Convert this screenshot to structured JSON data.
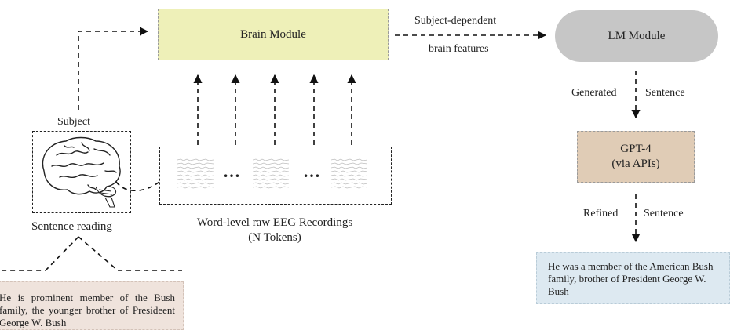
{
  "brain_module": {
    "label": "Brain Module"
  },
  "lm_module": {
    "label": "LM Module"
  },
  "edge_brain_to_lm": {
    "line1": "Subject-dependent",
    "line2": "brain features"
  },
  "edge_lm_to_gpt": {
    "left": "Generated",
    "right": "Sentence"
  },
  "gpt4": {
    "line1": "GPT-4",
    "line2": "(via APIs)"
  },
  "edge_gpt_to_output": {
    "left": "Refined",
    "right": "Sentence"
  },
  "refined_output": {
    "text": "He was a member of the American Bush family, brother of President George W. Bush"
  },
  "subject": {
    "label": "Subject",
    "caption": "Sentence reading"
  },
  "eeg": {
    "label_line1": "Word-level raw EEG Recordings",
    "label_line2": "(N Tokens)",
    "dots": "…"
  },
  "input_sentence": {
    "text": "He is prominent member of the Bush family, the younger brother of Presideent George W. Bush"
  },
  "icons": {
    "brain": "brain-icon",
    "eeg": "eeg-waveform-icon"
  }
}
